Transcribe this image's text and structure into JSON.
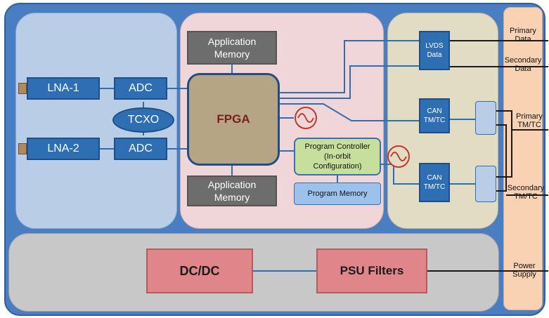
{
  "colors": {
    "background": "#4a7ec2",
    "rf_panel": "#b9cde6",
    "digital_panel": "#f0d6d8",
    "interface_panel": "#e3dcc4",
    "power_panel": "#c8c8c8",
    "connector_strip": "#f9d2b4",
    "fpga": "#b5a585",
    "program_controller": "#c7df9c",
    "program_memory": "#9cc1ea"
  },
  "rf": {
    "lna1": "LNA-1",
    "lna2": "LNA-2",
    "adc1": "ADC",
    "adc2": "ADC",
    "tcxo": "TCXO"
  },
  "digital": {
    "app_memory_top": "Application Memory",
    "app_memory_bottom": "Application Memory",
    "fpga": "FPGA",
    "program_controller": "Program Controller (In-orbit Configuration)",
    "program_memory": "Program Memory"
  },
  "interfaces": {
    "lvds": "LVDS Data",
    "can1": "CAN TM/TC",
    "can2": "CAN TM/TC"
  },
  "power": {
    "dcdc": "DC/DC",
    "psu": "PSU Filters"
  },
  "io_labels": {
    "primary_data": "Primary Data",
    "secondary_data": "Secondary Data",
    "primary_tmtc": "Primary TM/TC",
    "secondary_tmtc": "Secondary TM/TC",
    "power_supply": "Power Supply"
  }
}
